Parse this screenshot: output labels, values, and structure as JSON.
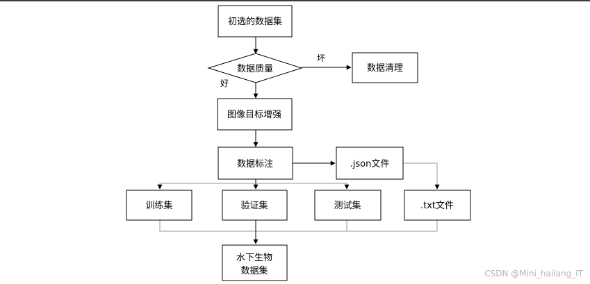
{
  "nodes": {
    "initial_dataset": "初选的数据集",
    "data_quality": "数据质量",
    "data_cleaning": "数据清理",
    "image_enhance": "图像目标增强",
    "data_labeling": "数据标注",
    "json_file": ".json文件",
    "train_set": "训练集",
    "val_set": "验证集",
    "test_set": "测试集",
    "txt_file": ".txt文件",
    "underwater_line1": "水下生物",
    "underwater_line2": "数据集"
  },
  "edges": {
    "bad_label": "坏",
    "good_label": "好"
  },
  "watermark": "CSDN @Mini_hailang_IT"
}
